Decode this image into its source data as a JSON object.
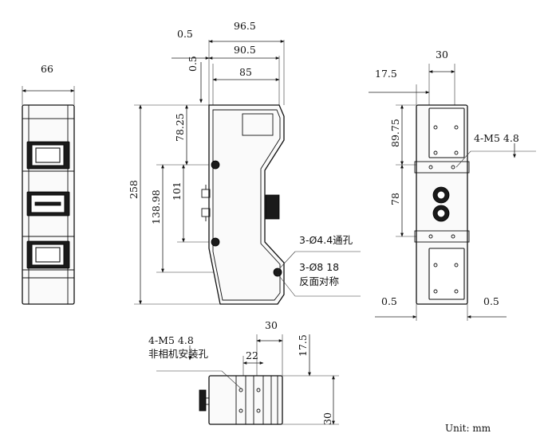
{
  "front_view": {
    "width_label": "66"
  },
  "side_view": {
    "dim_top": "96.5",
    "dim_mid": "90.5",
    "dim_inner": "85",
    "dim_offset_h": "0.5",
    "dim_offset_v": "0.5",
    "dim_height_total": "258",
    "dim_height_a": "78.25",
    "dim_height_b": "101",
    "dim_height_c": "138.98",
    "note_through_hole": "3-Ø4.4通孔",
    "note_counterbore_line1": "3-Ø8  18",
    "note_counterbore_line2": "反面对称"
  },
  "rear_view": {
    "dim_width": "30",
    "dim_offset": "17.5",
    "dim_height_upper": "89.75",
    "dim_height_mid": "78",
    "note_thread": "4-M5  4.8",
    "dim_left_margin": "0.5",
    "dim_right_margin": "0.5"
  },
  "bottom_view": {
    "dim_width": "30",
    "dim_inner": "22",
    "dim_offset": "17.5",
    "dim_height": "30",
    "note_line1": "4-M5  4.8",
    "note_line2": "非相机安装孔"
  },
  "unit_label": "Unit: mm",
  "colors": {
    "line": "#111111",
    "background": "#ffffff"
  }
}
